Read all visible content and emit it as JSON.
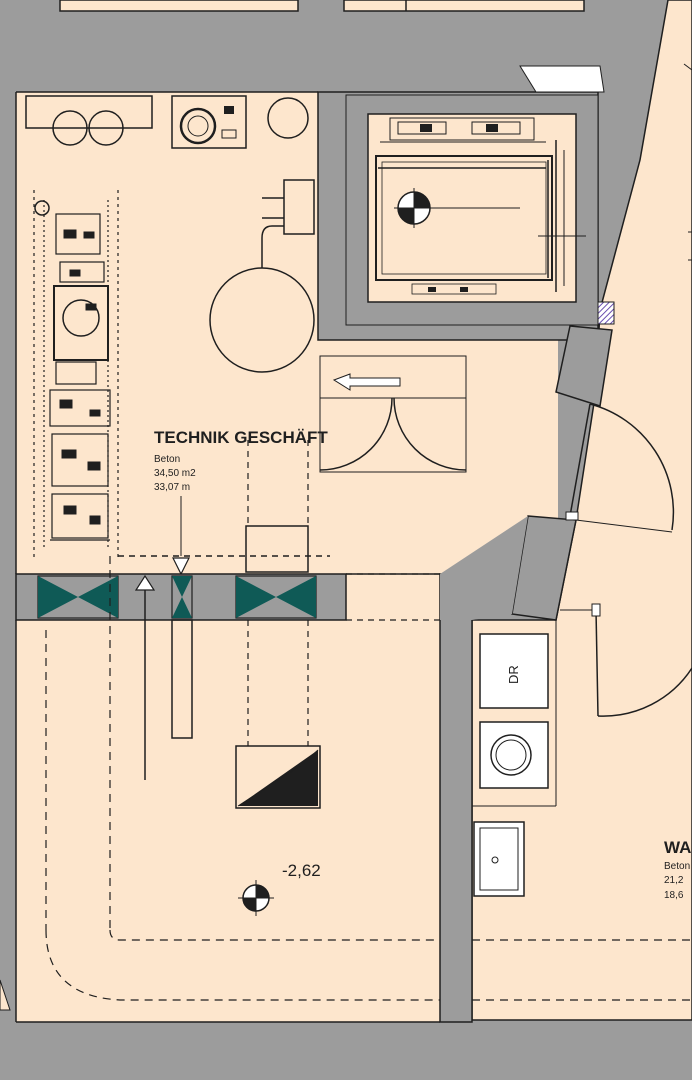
{
  "rooms": {
    "technik": {
      "name": "TECHNIK GESCHÄFT",
      "material": "Beton",
      "area": "34,50 m2",
      "perimeter": "33,07  m"
    },
    "second": {
      "name": "WA",
      "material": "Beton",
      "area": "21,2",
      "perimeter": "18,6"
    }
  },
  "level_marker": "-2,62",
  "appliance_label": "DR",
  "colors": {
    "floor": "#fde6cd",
    "wall": "#9c9c9c",
    "lines": "#1f1f1f",
    "duct_valve": "#0f5a56",
    "hatch": "#6a4fb0"
  }
}
